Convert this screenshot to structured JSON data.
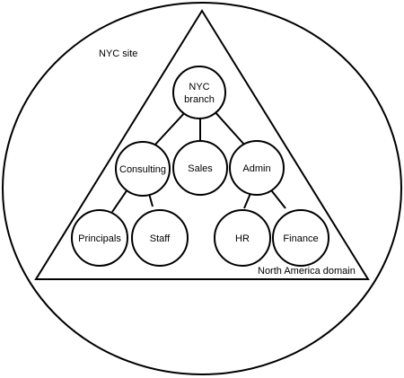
{
  "site_label": "NYC site",
  "domain_label": "North America domain",
  "nodes": {
    "nyc_branch": [
      "NYC",
      "branch"
    ],
    "consulting": "Consulting",
    "sales": "Sales",
    "admin": "Admin",
    "principals": "Principals",
    "staff": "Staff",
    "hr": "HR",
    "finance": "Finance"
  },
  "edges": [
    [
      "nyc_branch",
      "consulting"
    ],
    [
      "nyc_branch",
      "sales"
    ],
    [
      "nyc_branch",
      "admin"
    ],
    [
      "consulting",
      "principals"
    ],
    [
      "consulting",
      "staff"
    ],
    [
      "admin",
      "hr"
    ],
    [
      "admin",
      "finance"
    ]
  ]
}
